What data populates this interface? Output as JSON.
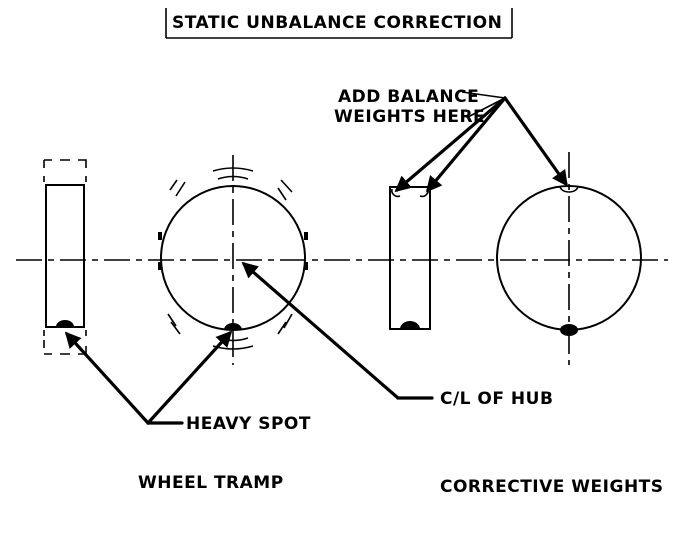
{
  "title": "STATIC UNBALANCE CORRECTION",
  "labels": {
    "add_weights_line1": "ADD BALANCE",
    "add_weights_line2": "WEIGHTS HERE",
    "heavy_spot": "HEAVY SPOT",
    "hub_centerline": "C/L OF HUB",
    "wheel_tramp": "WHEEL TRAMP",
    "corrective_weights": "CORRECTIVE WEIGHTS"
  }
}
